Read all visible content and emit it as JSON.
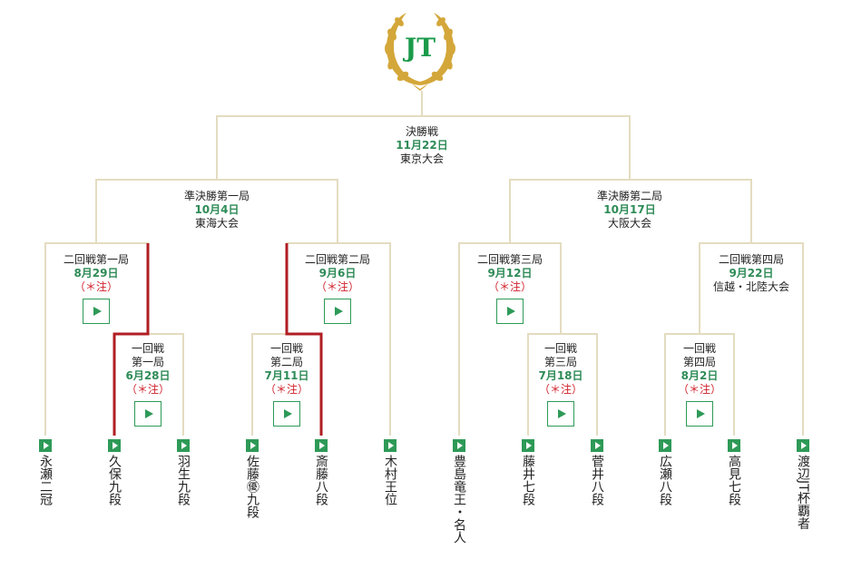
{
  "logo": {
    "text": "JT",
    "gold": "#d4a73a",
    "green": "#1a9a4a"
  },
  "colors": {
    "line": "#e3dcc0",
    "winner": "#b01e23",
    "date": "#2e8b57",
    "note": "#d0202a",
    "button": "#2e9a57"
  },
  "final": {
    "title": "決勝戦",
    "date": "11月22日",
    "venue": "東京大会"
  },
  "semis": [
    {
      "title": "準決勝第一局",
      "date": "10月4日",
      "venue": "東海大会"
    },
    {
      "title": "準決勝第二局",
      "date": "10月17日",
      "venue": "大阪大会"
    }
  ],
  "second_round": [
    {
      "title": "二回戦第一局",
      "date": "8月29日",
      "note": "（＊注）"
    },
    {
      "title": "二回戦第二局",
      "date": "9月6日",
      "note": "（＊注）"
    },
    {
      "title": "二回戦第三局",
      "date": "9月12日",
      "note": "（＊注）"
    },
    {
      "title": "二回戦第四局",
      "date": "9月22日",
      "venue": "信越・北陸大会"
    }
  ],
  "first_round": [
    {
      "title1": "一回戦",
      "title2": "第一局",
      "date": "6月28日",
      "note": "（＊注）"
    },
    {
      "title1": "一回戦",
      "title2": "第二局",
      "date": "7月11日",
      "note": "（＊注）"
    },
    {
      "title1": "一回戦",
      "title2": "第三局",
      "date": "7月18日",
      "note": "（＊注）"
    },
    {
      "title1": "一回戦",
      "title2": "第四局",
      "date": "8月2日",
      "note": "（＊注）"
    }
  ],
  "players": [
    "永瀬二冠",
    "久保九段",
    "羽生九段",
    "佐藤㊝九段",
    "斎藤八段",
    "木村王位",
    "豊島竜王・名人",
    "藤井七段",
    "菅井八段",
    "広瀬八段",
    "高見七段",
    "渡辺JT杯覇者"
  ]
}
